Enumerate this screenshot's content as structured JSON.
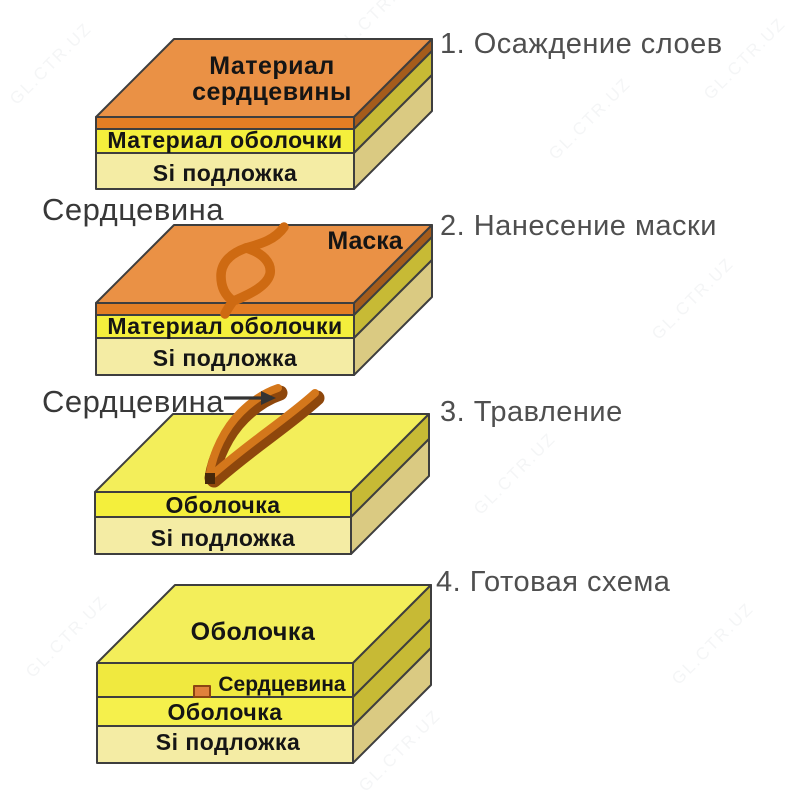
{
  "watermark": {
    "text": "GL.CTR.UZ"
  },
  "titles": {
    "step1": "1. Осаждение слоев",
    "step2": "2. Нанесение маски",
    "step3": "3. Травление",
    "step4": "4. Готовая схема"
  },
  "captions": {
    "core1": "Сердцевина",
    "core2": "Сердцевина"
  },
  "blocks": {
    "step1": {
      "top_line1": "Материал",
      "top_line2": "сердцевины",
      "cladding": "Материал оболочки",
      "substrate": "Si подложка"
    },
    "step2": {
      "mask": "Маска",
      "cladding": "Материал оболочки",
      "substrate": "Si подложка"
    },
    "step3": {
      "cladding": "Оболочка",
      "substrate": "Si подложка"
    },
    "step4": {
      "top": "Оболочка",
      "core": "Сердцевина",
      "cladding": "Оболочка",
      "substrate": "Si подложка"
    }
  },
  "colors": {
    "core_orange_top": "#EA9145",
    "core_orange_front": "#E37E24",
    "core_orange_side": "#A55C1B",
    "mask_orange": "#CE6A12",
    "ridge_dark": "#8E470C",
    "ridge_light": "#D4771B",
    "cladding_yellow": "#F4EF3C",
    "cladding_yellow_side": "#C7BA35",
    "cladding_yellow_top": "#F3EE5A",
    "substrate_pale": "#F4ECA4",
    "substrate_pale_side": "#DACA82",
    "outline": "#3E3E3E"
  }
}
